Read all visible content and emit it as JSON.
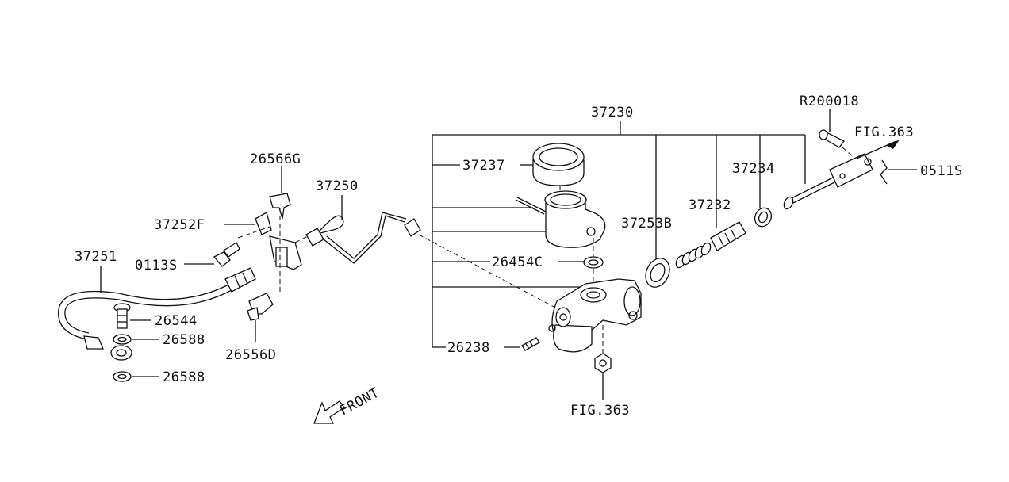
{
  "labels": {
    "p37230": "37230",
    "p37237": "37237",
    "p37253B": "37253B",
    "p37232": "37232",
    "p37234": "37234",
    "pR200018": "R200018",
    "fig363_top": "FIG.363",
    "p0511S": "0511S",
    "p26454C": "26454C",
    "p26238": "26238",
    "fig363_bottom": "FIG.363",
    "p26566G": "26566G",
    "p37250": "37250",
    "p37252F": "37252F",
    "p37251": "37251",
    "p0113S": "0113S",
    "p26544": "26544",
    "p26588a": "26588",
    "p26588b": "26588",
    "p26556D": "26556D",
    "front": "FRONT"
  }
}
